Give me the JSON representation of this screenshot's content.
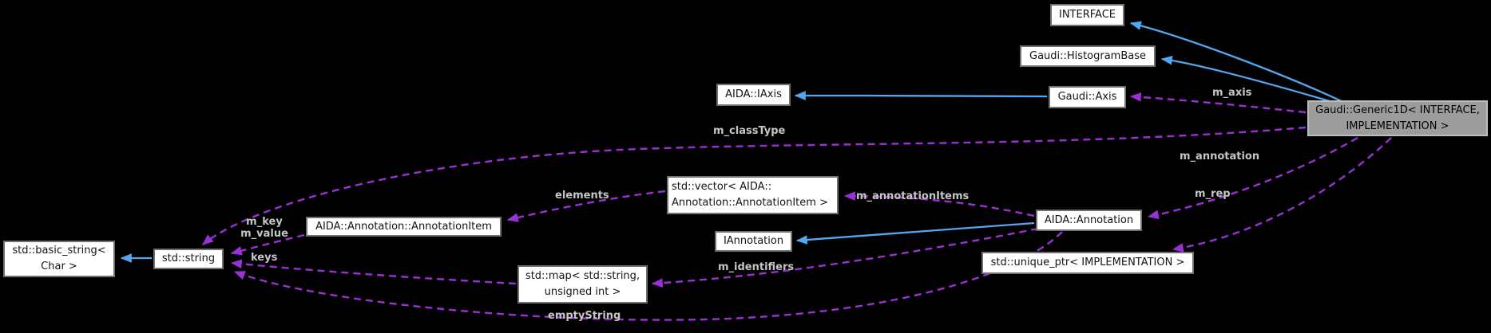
{
  "diagram": {
    "type": "doxygen-collaboration-graph",
    "colors": {
      "background": "#000000",
      "inheritance_edge": "#53a7ef",
      "usage_edge": "#9a31d6",
      "node_fill": "#ffffff",
      "node_border": "#6f6f6f",
      "main_node_fill": "#9c9c9c",
      "edge_label_text": "#c6c6c6"
    },
    "nodes": {
      "interface": {
        "label": "INTERFACE"
      },
      "histogram_base": {
        "label": "Gaudi::HistogramBase"
      },
      "iaxis": {
        "label": "AIDA::IAxis"
      },
      "axis": {
        "label": "Gaudi::Axis"
      },
      "generic1d": {
        "line1": "Gaudi::Generic1D< INTERFACE,",
        "line2": "IMPLEMENTATION >"
      },
      "vector": {
        "line1": "std::vector< AIDA::",
        "line2": "Annotation::AnnotationItem >"
      },
      "annotation_item": {
        "label": "AIDA::Annotation::AnnotationItem"
      },
      "iannotation": {
        "label": "IAnnotation"
      },
      "annotation": {
        "label": "AIDA::Annotation"
      },
      "unique_ptr": {
        "label": "std::unique_ptr< IMPLEMENTATION >"
      },
      "basic_string": {
        "line1": "std::basic_string<",
        "line2": "Char >"
      },
      "string": {
        "label": "std::string"
      },
      "map": {
        "line1": "std::map< std::string,",
        "line2": "unsigned int >"
      }
    },
    "edges": {
      "m_axis": {
        "label": "m_axis"
      },
      "m_classType": {
        "label": "m_classType"
      },
      "m_annotation": {
        "label": "m_annotation"
      },
      "m_rep": {
        "label": "m_rep"
      },
      "m_annotationItems": {
        "label": "m_annotationItems"
      },
      "elements": {
        "label": "elements"
      },
      "m_key": {
        "label": "m_key"
      },
      "m_value": {
        "label": "m_value"
      },
      "keys": {
        "label": "keys"
      },
      "m_identifiers": {
        "label": "m_identifiers"
      },
      "emptyString": {
        "label": "emptyString"
      }
    }
  }
}
